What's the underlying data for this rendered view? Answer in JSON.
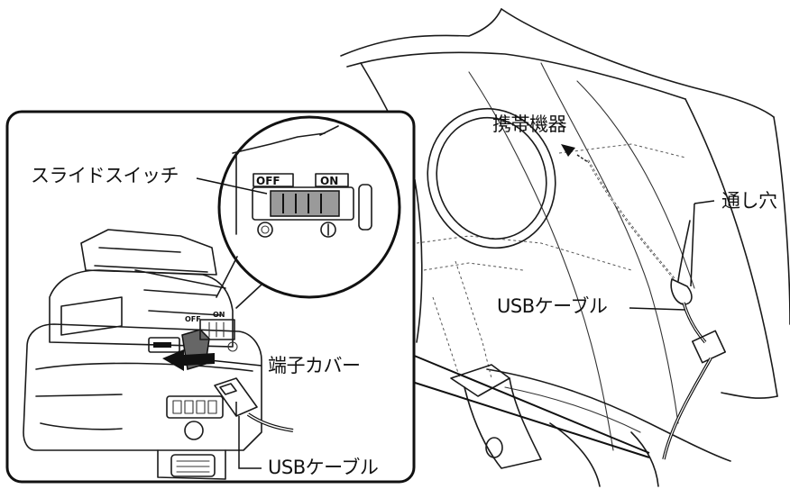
{
  "labels": {
    "portable_device": "携帯機器",
    "slide_switch": "スライドスイッチ",
    "through_hole": "通し穴",
    "usb_cable_right": "USBケーブル",
    "terminal_cover": "端子カバー",
    "usb_cable_bottom": "USBケーブル"
  },
  "switch_marks": {
    "off": "OFF",
    "on": "ON"
  },
  "unit_marks": {
    "off_small": "OFF",
    "on_small": "ON"
  }
}
